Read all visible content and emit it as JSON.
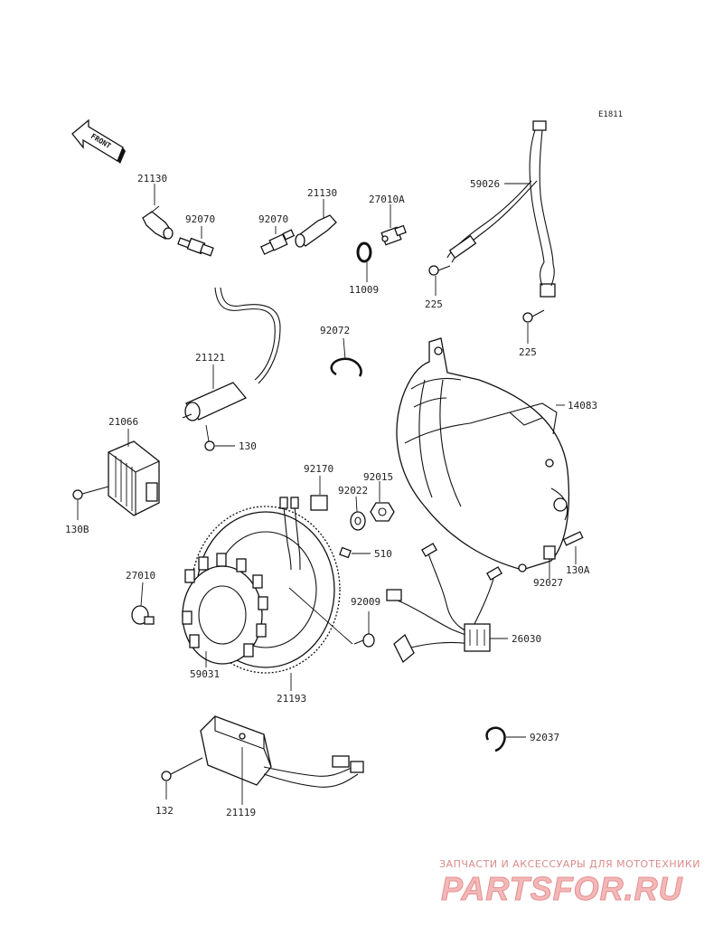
{
  "diagram_code": "E1811",
  "front_label": "FRONT",
  "parts": [
    {
      "id": "p-21130-a",
      "number": "21130"
    },
    {
      "id": "p-92070-a",
      "number": "92070"
    },
    {
      "id": "p-92070-b",
      "number": "92070"
    },
    {
      "id": "p-21130-b",
      "number": "21130"
    },
    {
      "id": "p-27010a",
      "number": "27010A"
    },
    {
      "id": "p-11009",
      "number": "11009"
    },
    {
      "id": "p-59026",
      "number": "59026"
    },
    {
      "id": "p-225-a",
      "number": "225"
    },
    {
      "id": "p-225-b",
      "number": "225"
    },
    {
      "id": "p-92072",
      "number": "92072"
    },
    {
      "id": "p-21121",
      "number": "21121"
    },
    {
      "id": "p-130",
      "number": "130"
    },
    {
      "id": "p-14083",
      "number": "14083"
    },
    {
      "id": "p-21066",
      "number": "21066"
    },
    {
      "id": "p-130b",
      "number": "130B"
    },
    {
      "id": "p-92170",
      "number": "92170"
    },
    {
      "id": "p-92015",
      "number": "92015"
    },
    {
      "id": "p-92022",
      "number": "92022"
    },
    {
      "id": "p-510",
      "number": "510"
    },
    {
      "id": "p-130a",
      "number": "130A"
    },
    {
      "id": "p-92027",
      "number": "92027"
    },
    {
      "id": "p-27010",
      "number": "27010"
    },
    {
      "id": "p-92009",
      "number": "92009"
    },
    {
      "id": "p-26030",
      "number": "26030"
    },
    {
      "id": "p-59031",
      "number": "59031"
    },
    {
      "id": "p-21193",
      "number": "21193"
    },
    {
      "id": "p-92037",
      "number": "92037"
    },
    {
      "id": "p-132",
      "number": "132"
    },
    {
      "id": "p-21119",
      "number": "21119"
    }
  ],
  "watermark": {
    "tagline": "ЗАПЧАСТИ И АКСЕССУАРЫ ДЛЯ МОТОТЕХНИКИ",
    "brand": "PARTSFOR.RU"
  }
}
